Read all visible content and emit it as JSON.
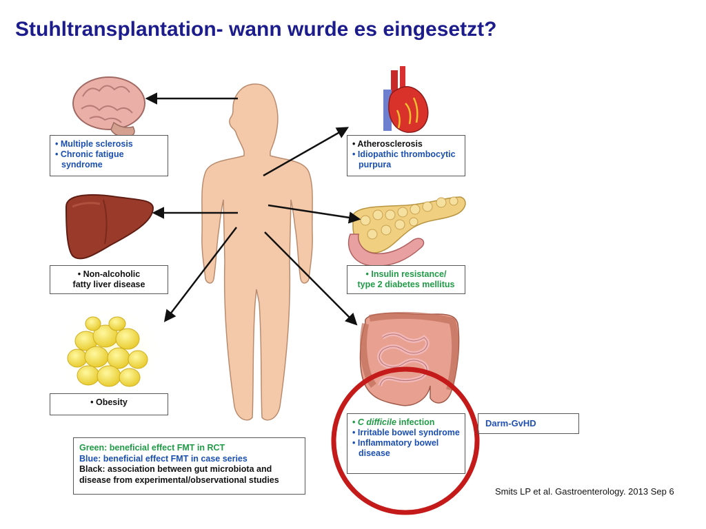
{
  "slide": {
    "title": "Stuhltransplantation- wann wurde es eingesetzt?",
    "citation": "Smits LP et al. Gastroenterology. 2013 Sep 6",
    "extra_label": "Darm-GvHD"
  },
  "boxes": {
    "brain": {
      "items": [
        "Multiple sclerosis",
        "Chronic fatigue syndrome"
      ]
    },
    "heart": {
      "items": [
        "Atherosclerosis",
        "Idiopathic thrombocytic purpura"
      ]
    },
    "liver": {
      "line1": "Non-alcoholic",
      "line2": "fatty liver disease"
    },
    "pancreas": {
      "line1": "Insulin resistance/",
      "line2": "type 2 diabetes mellitus"
    },
    "fat": {
      "items": [
        "Obesity"
      ]
    },
    "gut": {
      "item1_italic": "C difficile",
      "item1_rest": " infection",
      "item2": "Irritable bowel syndrome",
      "item3": "Inflammatory bowel disease"
    }
  },
  "legend": {
    "green": "Green: beneficial effect FMT in RCT",
    "blue": "Blue: beneficial effect FMT in case series",
    "black_line1": "Black: association between gut microbiota and",
    "black_line2": "disease from experimental/observational studies"
  },
  "colors": {
    "title": "#1c1c8c",
    "blue_text": "#1a4fb0",
    "green_text": "#1f9a45",
    "highlight_circle": "#c41a1a",
    "body_skin": "#f3c9a9"
  },
  "icons": [
    "brain-icon",
    "heart-icon",
    "liver-icon",
    "pancreas-icon",
    "fat-cells-icon",
    "intestine-icon",
    "human-body-icon"
  ]
}
